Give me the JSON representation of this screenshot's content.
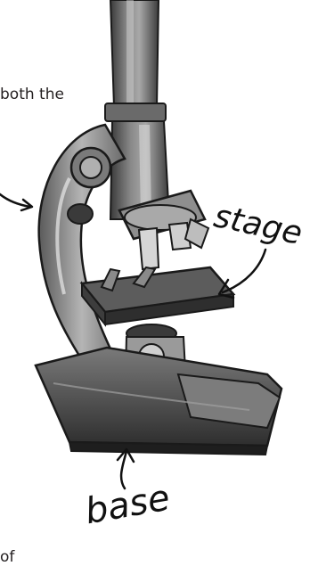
{
  "page": {
    "text_fragments": {
      "top": "both the",
      "bottom": "of"
    }
  },
  "annotations": {
    "stage_label": "stage",
    "base_label": "base"
  },
  "colors": {
    "ink": "#111111",
    "body_dark": "#4a4a4a",
    "body_mid": "#8c8c8c",
    "body_light": "#c8c8c8",
    "outline": "#1a1a1a"
  },
  "icons": {
    "figure": "microscope-illustration"
  }
}
